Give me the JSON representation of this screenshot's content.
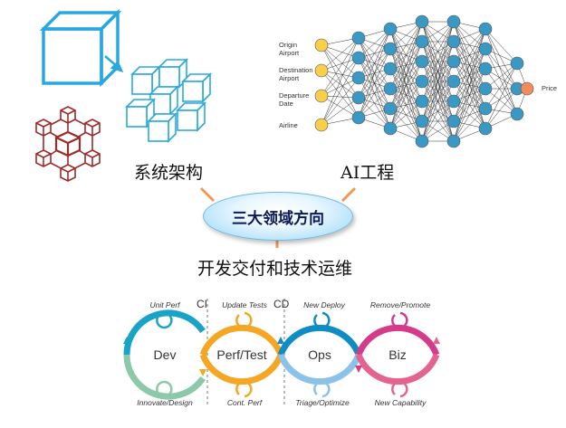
{
  "labels": {
    "arch": "系统架构",
    "ai": "AI工程",
    "center": "三大领域方向",
    "devops": "开发交付和技术运维"
  },
  "nn": {
    "inputs": [
      "Origin Airport",
      "Destination Airport",
      "Departure Date",
      "Airline"
    ],
    "output": "Price"
  },
  "loop": {
    "stages": [
      "Dev",
      "Perf/Test",
      "Ops",
      "Biz"
    ],
    "top_labels": [
      "Unit Perf",
      "Update Tests",
      "New Deploy",
      "Remove/Promote"
    ],
    "bottom_labels": [
      "Innovate/Design",
      "Cont. Perf",
      "Triage/Optimize",
      "New Capability"
    ],
    "ci": "CI",
    "cd": "CD"
  },
  "colors": {
    "cube_blue": "#29a8df",
    "cube_red": "#9c2b2b",
    "node_yellow": "#f7cf4a",
    "node_blue": "#3a98c4",
    "node_orange": "#f28c5e",
    "loop_teal": "#1aa3c9",
    "loop_green": "#8cc9a9",
    "loop_orange": "#f5a623",
    "loop_blue": "#0f8cc4",
    "loop_lightblue": "#8bc2e8",
    "loop_magenta": "#d43b8a",
    "loop_pink": "#e5638f"
  }
}
